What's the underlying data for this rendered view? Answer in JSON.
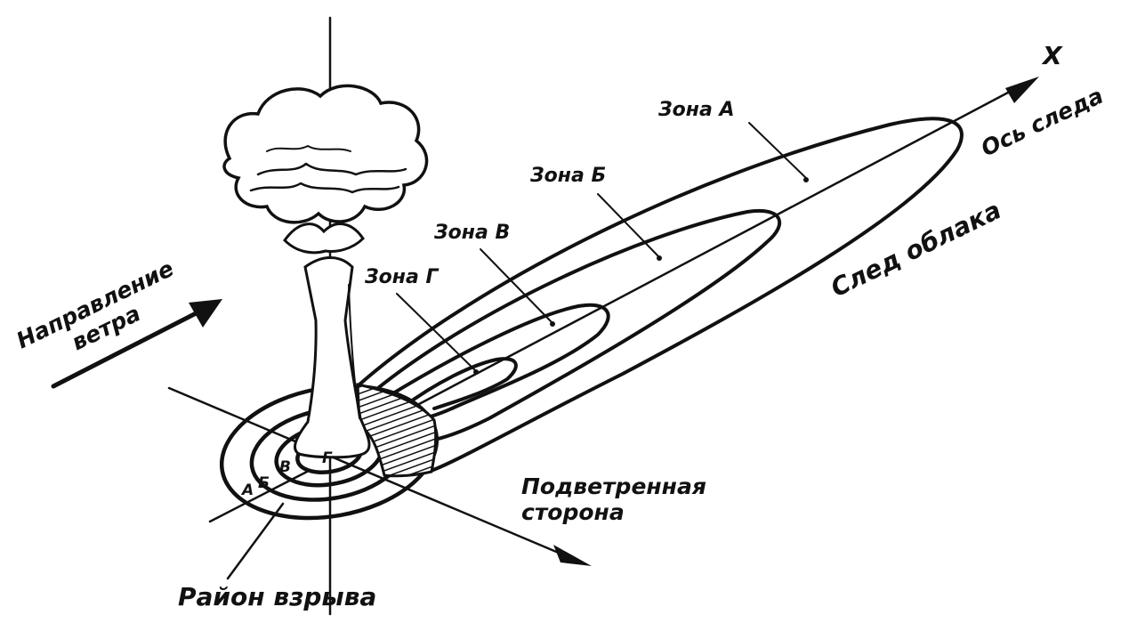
{
  "labels": {
    "axis_x": "X",
    "trace_axis": "Ось следа",
    "zone_a": "Зона А",
    "zone_b": "Зона Б",
    "zone_v": "Зона В",
    "zone_g": "Зона Г",
    "cloud_trace": "След облака",
    "wind_direction_line1": "Направление",
    "wind_direction_line2": "ветра",
    "leeward_line1": "Подветренная",
    "leeward_line2": "сторона",
    "explosion_area": "Район взрыва",
    "ring_a": "А",
    "ring_b": "Б",
    "ring_v": "В",
    "ring_g": "Г"
  },
  "colors": {
    "ink": "#111111",
    "background": "#ffffff"
  }
}
